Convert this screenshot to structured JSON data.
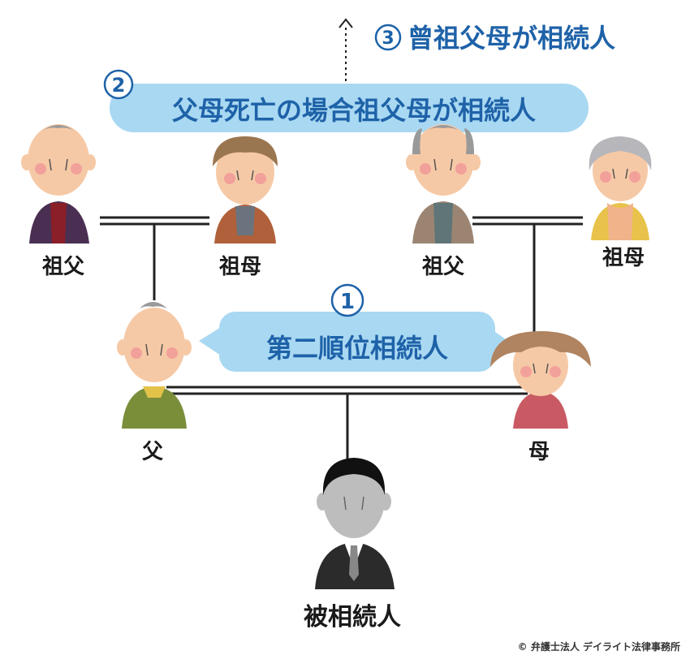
{
  "badges": {
    "one": "1",
    "two": "2",
    "three": "3"
  },
  "captions": {
    "great_grandparents": "曾祖父母が相続人",
    "grandparents": "父母死亡の場合祖父母が相続人",
    "second_rank": "第二順位相続人"
  },
  "people": {
    "paternal_grandfather": "祖父",
    "paternal_grandmother": "祖母",
    "maternal_grandfather": "祖父",
    "maternal_grandmother": "祖母",
    "father": "父",
    "mother": "母",
    "decedent": "被相続人"
  },
  "credit": "© 弁護士法人 デイライト法律事務所",
  "colors": {
    "banner_fill": "#a9d8f2",
    "caption_text": "#1e62a8",
    "line": "#222222"
  }
}
